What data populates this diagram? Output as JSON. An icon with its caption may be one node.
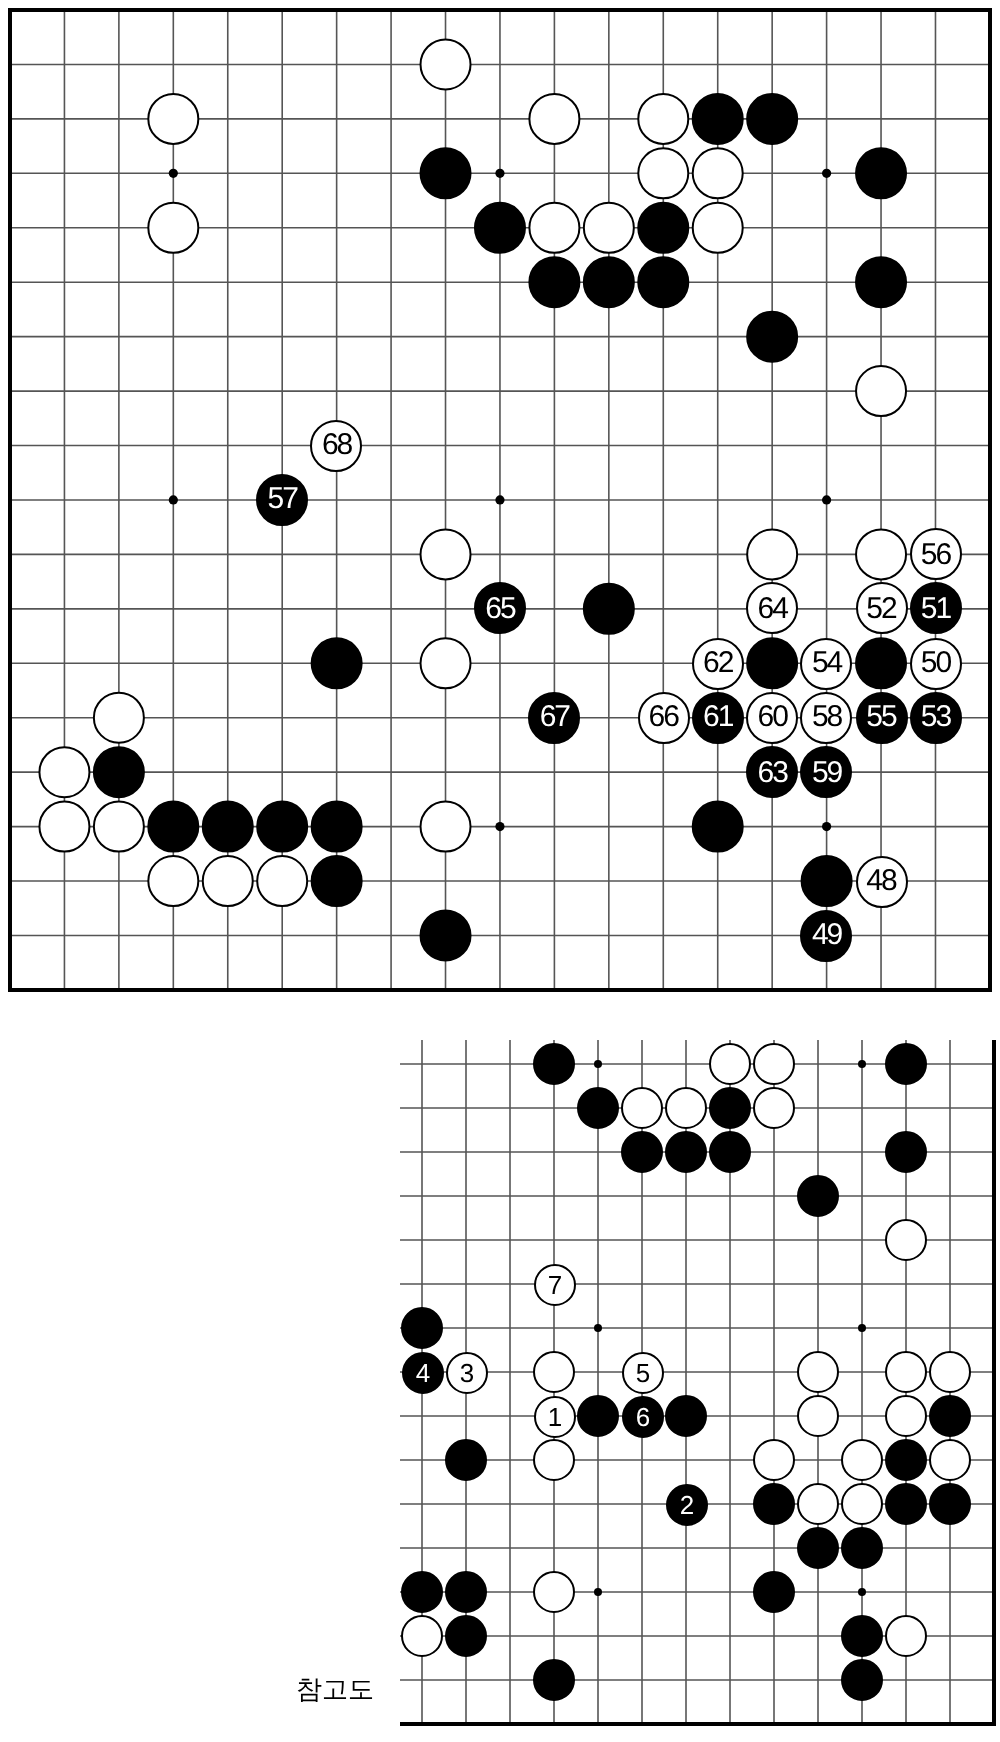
{
  "diagram": {
    "nodes": [
      {
        "text": [
          "68"
        ]
      },
      {
        "text": [
          "57"
        ]
      },
      {
        "text": [
          "56"
        ]
      },
      {
        "text": [
          "65"
        ]
      },
      {
        "text": [
          "64"
        ]
      },
      {
        "text": [
          "52"
        ]
      },
      {
        "text": [
          "51"
        ]
      },
      {
        "text": [
          "62"
        ]
      },
      {
        "text": [
          "54"
        ]
      },
      {
        "text": [
          "50"
        ]
      },
      {
        "text": [
          "67"
        ]
      },
      {
        "text": [
          "66"
        ]
      },
      {
        "text": [
          "61"
        ]
      },
      {
        "text": [
          "60"
        ]
      },
      {
        "text": [
          "58"
        ]
      },
      {
        "text": [
          "55"
        ]
      },
      {
        "text": [
          "53"
        ]
      },
      {
        "text": [
          "63"
        ]
      },
      {
        "text": [
          "59"
        ]
      },
      {
        "text": [
          "48"
        ]
      },
      {
        "text": [
          "49"
        ]
      },
      {
        "text": [
          "7"
        ]
      },
      {
        "text": [
          "4"
        ]
      },
      {
        "text": [
          "3"
        ]
      },
      {
        "text": [
          "5"
        ]
      },
      {
        "text": [
          "1"
        ]
      },
      {
        "text": [
          "6"
        ]
      },
      {
        "text": [
          "2"
        ]
      }
    ],
    "edges": [],
    "labels": [
      "참고도"
    ]
  }
}
